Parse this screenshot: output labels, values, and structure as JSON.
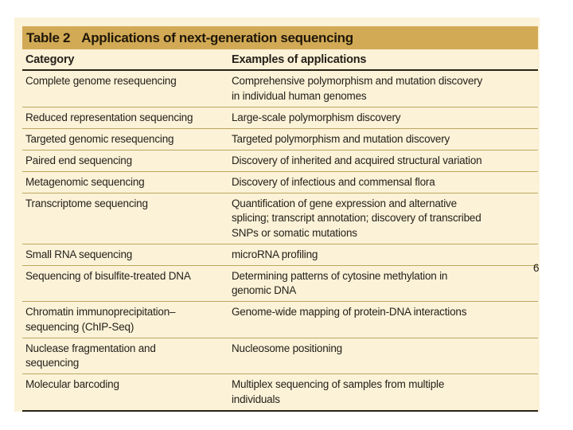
{
  "slide": {
    "background_color": "#ffffff"
  },
  "table": {
    "title_label": "Table 2",
    "title_text": "Applications of next-generation sequencing",
    "columns": [
      "Category",
      "Examples of applications"
    ],
    "rows": [
      {
        "category": "Complete genome resequencing",
        "application": "Comprehensive polymorphism and mutation discovery\nin individual human genomes"
      },
      {
        "category": "Reduced representation sequencing",
        "application": "Large-scale polymorphism discovery"
      },
      {
        "category": "Targeted genomic resequencing",
        "application": "Targeted polymorphism and mutation discovery"
      },
      {
        "category": "Paired end sequencing",
        "application": "Discovery of inherited and acquired structural variation"
      },
      {
        "category": "Metagenomic sequencing",
        "application": "Discovery of infectious and commensal flora"
      },
      {
        "category": "Transcriptome sequencing",
        "application": "Quantification of gene expression and alternative\nsplicing; transcript annotation; discovery of transcribed\nSNPs or somatic mutations"
      },
      {
        "category": "Small RNA sequencing",
        "application": "microRNA profiling"
      },
      {
        "category": "Sequencing of bisulfite-treated DNA",
        "application": "Determining patterns of cytosine methylation in\ngenomic DNA"
      },
      {
        "category": "Chromatin immunoprecipitation–\nsequencing (ChIP-Seq)",
        "application": "Genome-wide mapping of protein-DNA interactions"
      },
      {
        "category": "Nuclease fragmentation and\nsequencing",
        "application": "Nucleosome positioning"
      },
      {
        "category": "Molecular barcoding",
        "application": "Multiplex sequencing of samples from multiple\nindividuals"
      }
    ],
    "clipped_edge_text": "6",
    "colors": {
      "panel_background": "#FBF2D8",
      "title_bar": "#D2AA55",
      "divider_line": "#BCA75F",
      "strong_rule": "#2A2214",
      "text": "#27211A"
    }
  }
}
